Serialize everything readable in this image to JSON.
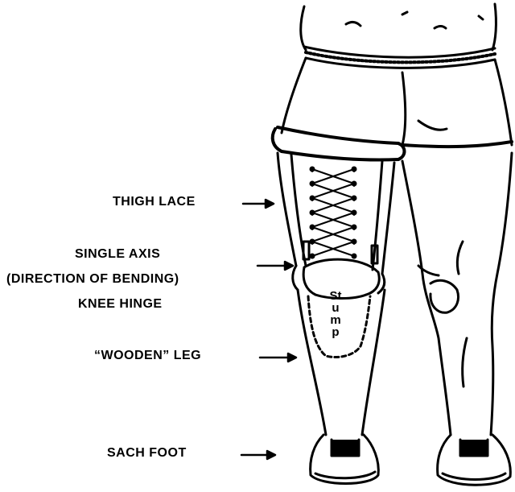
{
  "labels": {
    "thigh_lace": "THIGH LACE",
    "single_axis": "SINGLE AXIS",
    "direction": "(DIRECTION OF BENDING)",
    "knee_hinge": "KNEE HINGE",
    "wooden_leg": "“WOODEN” LEG",
    "sach_foot": "SACH FOOT",
    "stump": "Stump"
  },
  "colors": {
    "ink": "#000000",
    "paper": "#ffffff"
  }
}
